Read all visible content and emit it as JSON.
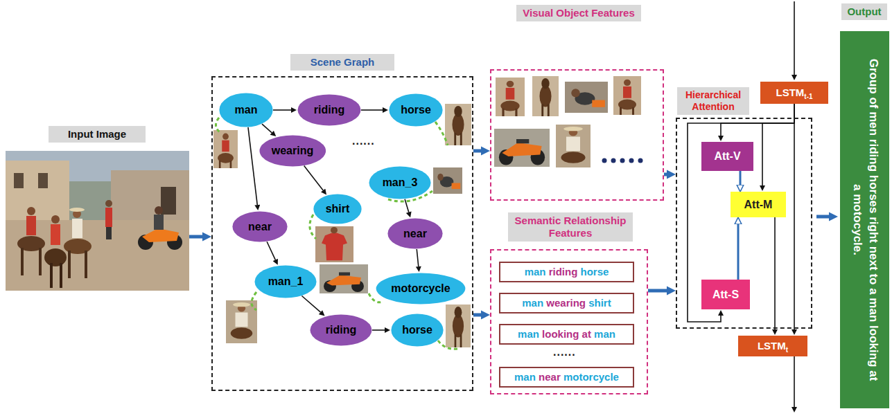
{
  "diagram": {
    "nodes": [
      {
        "text": [
          "Input Image"
        ]
      },
      {
        "text": [
          "Scene Graph"
        ]
      },
      {
        "text": [
          "man"
        ],
        "in": 1
      },
      {
        "text": [
          "riding"
        ],
        "in": 1
      },
      {
        "text": [
          "horse"
        ],
        "in": 1
      },
      {
        "text": [
          "wearing"
        ],
        "in": 1
      },
      {
        "text": [
          "man_3"
        ],
        "in": 1
      },
      {
        "text": [
          "shirt"
        ],
        "in": 1
      },
      {
        "text": [
          "near"
        ],
        "in": 1
      },
      {
        "text": [
          "near"
        ],
        "in": 1
      },
      {
        "text": [
          "man_1"
        ],
        "in": 1
      },
      {
        "text": [
          "motorcycle"
        ],
        "in": 1
      },
      {
        "text": [
          "riding"
        ],
        "in": 1
      },
      {
        "text": [
          "horse"
        ],
        "in": 1
      },
      {
        "text": [
          "Visual Object Features"
        ]
      },
      {
        "text": [
          "Semantic Relationship Features"
        ]
      },
      {
        "text": [
          "man",
          "riding",
          "horse"
        ],
        "in": 15
      },
      {
        "text": [
          "man",
          "wearing",
          "shirt"
        ],
        "in": 15
      },
      {
        "text": [
          "man",
          "looking at",
          "man"
        ],
        "in": 15
      },
      {
        "text": [
          "man",
          "near",
          "motorcycle"
        ],
        "in": 15
      },
      {
        "text": [
          "LSTM",
          "t-1"
        ]
      },
      {
        "text": [
          "Hierarchical Attention"
        ]
      },
      {
        "text": [
          "Att-V"
        ],
        "in": 21
      },
      {
        "text": [
          "Att-M"
        ],
        "in": 21
      },
      {
        "text": [
          "Att-S"
        ],
        "in": 21
      },
      {
        "text": [
          "LSTM",
          "t"
        ]
      },
      {
        "text": [
          "Output",
          "Group of men riding horses right next to a man looking at a motocycle."
        ]
      }
    ],
    "edges": [
      {
        "from": 0,
        "to": 1,
        "arrow": "to"
      },
      {
        "from": 2,
        "to": 3,
        "arrow": "to"
      },
      {
        "from": 3,
        "to": 4,
        "arrow": "to"
      },
      {
        "from": 2,
        "to": 5,
        "arrow": "to"
      },
      {
        "from": 5,
        "to": 7,
        "arrow": "to"
      },
      {
        "from": 2,
        "to": 8,
        "arrow": "to"
      },
      {
        "from": 8,
        "to": 10,
        "arrow": "to"
      },
      {
        "from": 6,
        "to": 9,
        "arrow": "to"
      },
      {
        "from": 9,
        "to": 11,
        "arrow": "to"
      },
      {
        "from": 10,
        "to": 12,
        "arrow": "to"
      },
      {
        "from": 12,
        "to": 13,
        "arrow": "to"
      },
      {
        "from": 1,
        "to": 14,
        "arrow": "to"
      },
      {
        "from": 1,
        "to": 15,
        "arrow": "to"
      },
      {
        "from": 14,
        "to": 21,
        "arrow": "to"
      },
      {
        "from": 15,
        "to": 21,
        "arrow": "to"
      },
      {
        "from": 20,
        "to": 22,
        "arrow": "to"
      },
      {
        "from": 20,
        "to": 23,
        "arrow": "to"
      },
      {
        "from": 20,
        "to": 24,
        "arrow": "to"
      },
      {
        "from": 22,
        "to": 23,
        "arrow": "to"
      },
      {
        "from": 24,
        "to": 23,
        "arrow": "to"
      },
      {
        "from": 23,
        "to": 25,
        "arrow": "to"
      },
      {
        "from": 20,
        "to": 25,
        "arrow": "to"
      }
    ],
    "labels": [
      "......",
      "......"
    ]
  }
}
